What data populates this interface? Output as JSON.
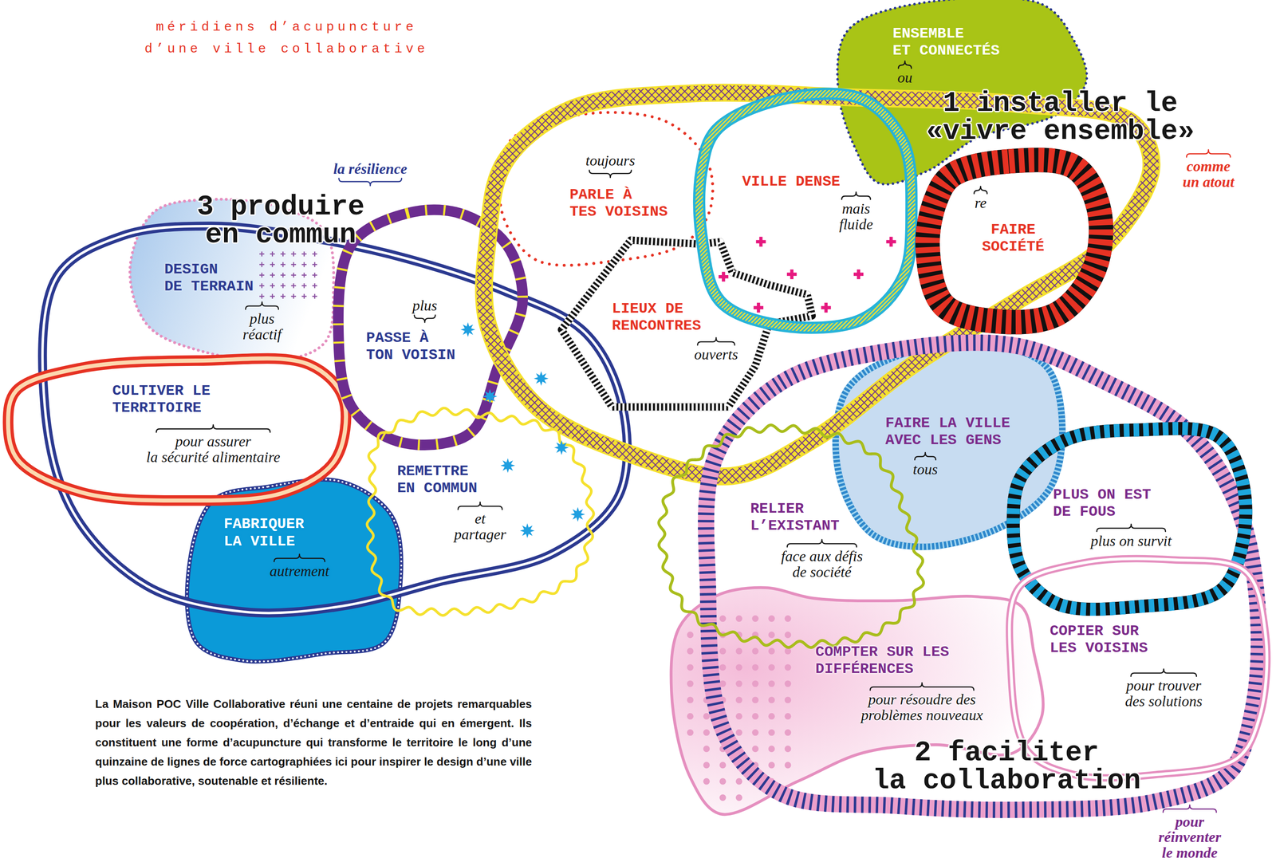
{
  "diagram": {
    "title": "méridiens d’acupuncture d’une ville collaborative",
    "caption": "La Maison POC Ville Collaborative réuni une centaine de projets remarquables pour les valeurs de coopération, d’échange et d’entraide qui en émergent. Ils constituent une forme d’acupuncture qui transforme le territoire le long d’une quinzaine de lignes de force cartographiées ici pour inspirer le design d’une ville plus collaborative, soutenable et résiliente.",
    "nodes": [
      {
        "text": [
          "3 produire en commun",
          "la résilience"
        ]
      },
      {
        "text": [
          "DESIGN DE TERRAIN",
          "plus réactif"
        ]
      },
      {
        "text": [
          "CULTIVER LE TERRITOIRE",
          "pour assurer la sécurité alimentaire"
        ]
      },
      {
        "text": [
          "FABRIQUER LA VILLE",
          "autrement"
        ]
      },
      {
        "text": [
          "plus",
          "PASSE À TON VOISIN"
        ]
      },
      {
        "text": [
          "REMETTRE EN COMMUN",
          "et partager"
        ]
      },
      {
        "text": [
          "toujours",
          "PARLE À TES VOISINS"
        ]
      },
      {
        "text": [
          "LIEUX DE RENCONTRES",
          "ouverts"
        ]
      },
      {
        "text": [
          "1 installer le «vivre ensemble»",
          "comme un atout"
        ]
      },
      {
        "text": [
          "ENSEMBLE ET CONNECTÉS",
          "ou"
        ]
      },
      {
        "text": [
          "VILLE DENSE",
          "mais fluide"
        ]
      },
      {
        "text": [
          "re",
          "FAIRE SOCIÉTÉ"
        ]
      },
      {
        "text": [
          "2 faciliter la collaboration",
          "pour réinventer le monde"
        ]
      },
      {
        "text": [
          "FAIRE LA VILLE AVEC LES GENS",
          "tous"
        ]
      },
      {
        "text": [
          "RELIER L’EXISTANT",
          "face aux défis de société"
        ]
      },
      {
        "text": [
          "PLUS ON EST DE FOUS",
          "plus on survit"
        ]
      },
      {
        "text": [
          "COMPTER SUR LES DIFFÉRENCES",
          "pour résoudre des problèmes nouveaux"
        ]
      },
      {
        "text": [
          "COPIER SUR LES VOISINS",
          "pour trouver des solutions"
        ]
      }
    ]
  }
}
